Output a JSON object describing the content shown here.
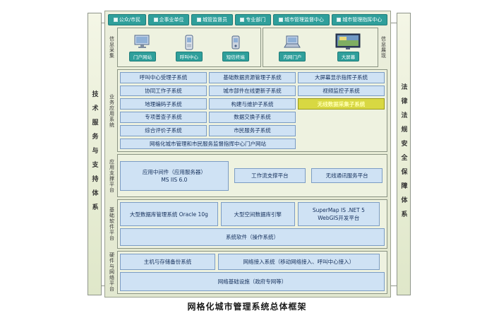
{
  "caption": "网格化城市管理系统总体框架",
  "pillars": {
    "left": "技术服务与支持体系",
    "right": "法律法规安全保障体系"
  },
  "top_tabs": [
    "公众/市民",
    "企事业单位",
    "城管监督员",
    "专业部门",
    "城市管理监督中心",
    "城市管理指挥中心"
  ],
  "info": {
    "left_label": "信息采集",
    "right_label": "信息展现",
    "collect": [
      {
        "label": "门户网站",
        "icon": "desktop-icon"
      },
      {
        "label": "呼叫中心",
        "icon": "phone-icon"
      },
      {
        "label": "短信终端",
        "icon": "mobile-icon"
      }
    ],
    "display": [
      {
        "label": "内网门户",
        "icon": "laptop-icon"
      },
      {
        "label": "大屏幕",
        "icon": "bigscreen-icon"
      }
    ]
  },
  "business": {
    "label": "业务应用系统",
    "rows": [
      [
        "呼叫中心受理子系统",
        "基础数据资源管理子系统",
        "大屏幕显示指挥子系统"
      ],
      [
        "协同工作子系统",
        "城市部件在线更新子系统",
        "视频监控子系统"
      ],
      [
        "地理编码子系统",
        "构建与维护子系统",
        "无线数据采集子系统"
      ],
      [
        "专项普查子系统",
        "数据交换子系统"
      ],
      [
        "综合评价子系统",
        "市民服务子系统"
      ]
    ],
    "portal": "网格化城市管理和市民服务监督指挥中心门户网站"
  },
  "app_support": {
    "label": "应用支撑平台",
    "middleware_line1": "应用中间件（应用服务器）",
    "middleware_line2": "MS IIS 6.0",
    "workflow": "工作流支撑平台",
    "wireless": "无线通讯服务平台"
  },
  "base_software": {
    "label": "基础软件平台",
    "database": "大型数据库管理系统 Oracle 10g",
    "spatial_engine": "大型空间数据库引擎",
    "supermap_line1": "SuperMap IS .NET 5",
    "supermap_line2": "WebGIS开发平台",
    "os": "系统软件（操作系统）"
  },
  "hardware": {
    "label": "硬件与网络平台",
    "host": "主机与存储备份系统",
    "access": "网络接入系统（移动网络接入、呼叫中心接入）",
    "infra": "网络基础设施（政府专网等）"
  },
  "colors": {
    "teal": "#2f9f9b",
    "box_blue": "#cfe2f4",
    "highlight_yellow": "#d8d842",
    "panel_green": "#e8edd8"
  }
}
